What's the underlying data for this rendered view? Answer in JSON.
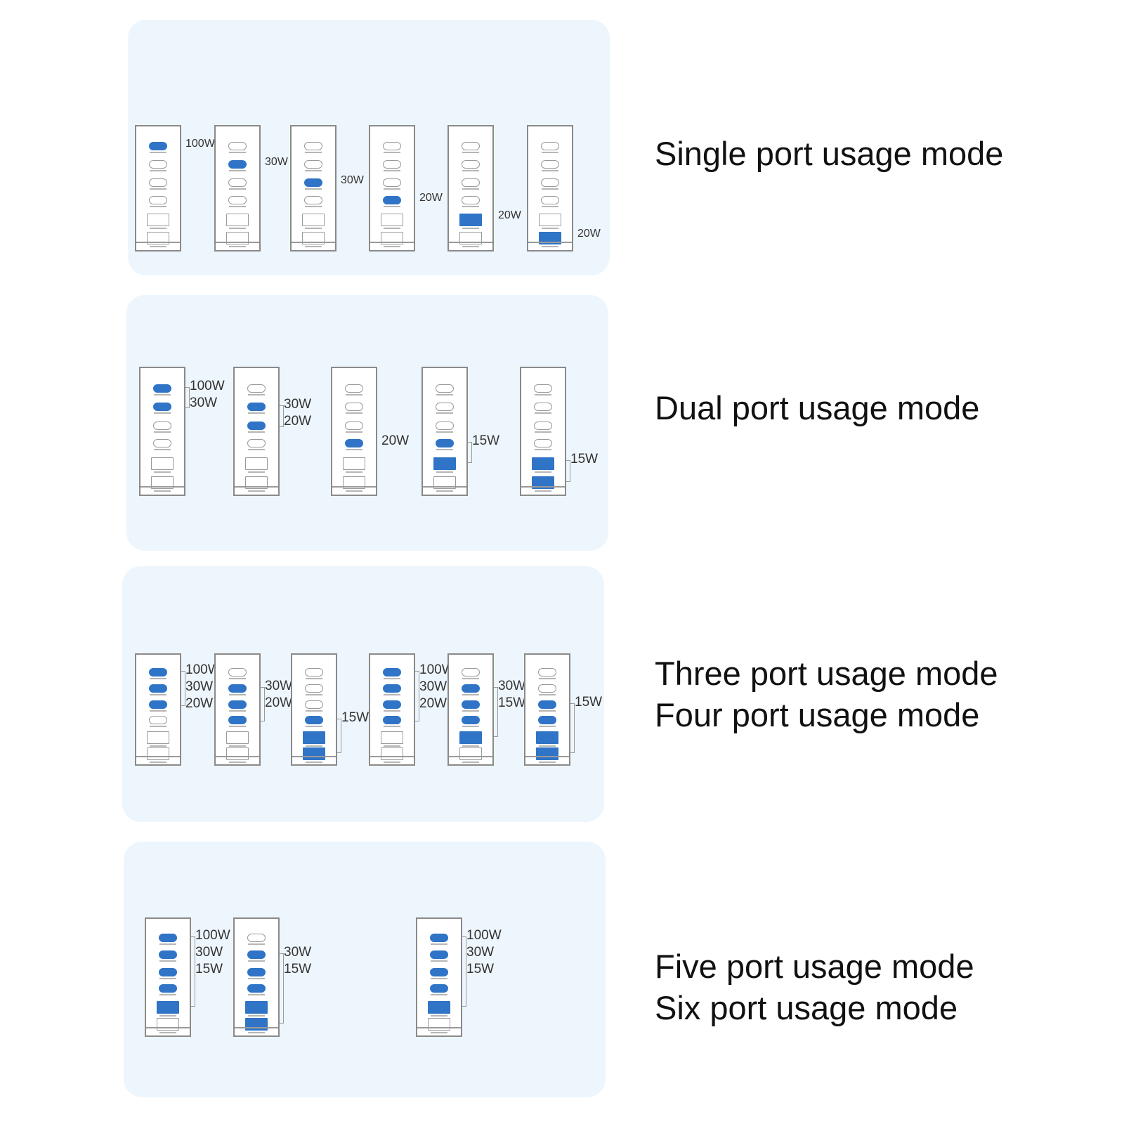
{
  "colors": {
    "panel_bg": "#eef6fd",
    "active_port": "#2f74c6",
    "outline": "#8a8a8a"
  },
  "modes": [
    {
      "lines": [
        "Single port usage mode"
      ]
    },
    {
      "lines": [
        "Dual port usage mode"
      ]
    },
    {
      "lines": [
        "Three port usage mode",
        "Four port usage mode"
      ]
    },
    {
      "lines": [
        "Five port usage mode",
        "Six port usage mode"
      ]
    }
  ],
  "diagrams": [
    [
      {
        "active": [
          1,
          0,
          0,
          0,
          0,
          0
        ],
        "watts": [
          "100W"
        ]
      },
      {
        "active": [
          0,
          1,
          0,
          0,
          0,
          0
        ],
        "watts": [
          "30W"
        ]
      },
      {
        "active": [
          0,
          0,
          1,
          0,
          0,
          0
        ],
        "watts": [
          "30W"
        ]
      },
      {
        "active": [
          0,
          0,
          0,
          1,
          0,
          0
        ],
        "watts": [
          "20W"
        ]
      },
      {
        "active": [
          0,
          0,
          0,
          0,
          1,
          0
        ],
        "watts": [
          "20W"
        ]
      },
      {
        "active": [
          0,
          0,
          0,
          0,
          0,
          1
        ],
        "watts": [
          "20W"
        ]
      }
    ],
    [
      {
        "active": [
          1,
          1,
          0,
          0,
          0,
          0
        ],
        "watts": [
          "100W",
          "30W"
        ]
      },
      {
        "active": [
          0,
          1,
          1,
          0,
          0,
          0
        ],
        "watts": [
          "30W",
          "20W"
        ]
      },
      {
        "active": [
          0,
          0,
          0,
          1,
          0,
          0
        ],
        "watts": [
          "20W"
        ]
      },
      {
        "active": [
          0,
          0,
          0,
          1,
          1,
          0
        ],
        "watts": [
          "15W"
        ]
      },
      {
        "active": [
          0,
          0,
          0,
          0,
          1,
          1
        ],
        "watts": [
          "15W"
        ]
      }
    ],
    [
      {
        "active": [
          1,
          1,
          1,
          0,
          0,
          0
        ],
        "watts": [
          "100W",
          "30W",
          "20W"
        ]
      },
      {
        "active": [
          0,
          1,
          1,
          1,
          0,
          0
        ],
        "watts": [
          "30W",
          "20W"
        ]
      },
      {
        "active": [
          0,
          0,
          0,
          1,
          1,
          1
        ],
        "watts": [
          "15W"
        ]
      },
      {
        "active": [
          1,
          1,
          1,
          1,
          0,
          0
        ],
        "watts": [
          "100W",
          "30W",
          "20W"
        ]
      },
      {
        "active": [
          0,
          1,
          1,
          1,
          1,
          0
        ],
        "watts": [
          "30W",
          "15W"
        ]
      },
      {
        "active": [
          0,
          0,
          1,
          1,
          1,
          1
        ],
        "watts": [
          "15W"
        ]
      }
    ],
    [
      {
        "active": [
          1,
          1,
          1,
          1,
          1,
          0
        ],
        "watts": [
          "100W",
          "30W",
          "15W"
        ]
      },
      {
        "active": [
          0,
          1,
          1,
          1,
          1,
          1
        ],
        "watts": [
          "30W",
          "15W"
        ]
      },
      {
        "active": [
          1,
          1,
          1,
          1,
          1,
          0
        ],
        "watts": [
          "100W",
          "30W",
          "15W"
        ]
      }
    ]
  ]
}
